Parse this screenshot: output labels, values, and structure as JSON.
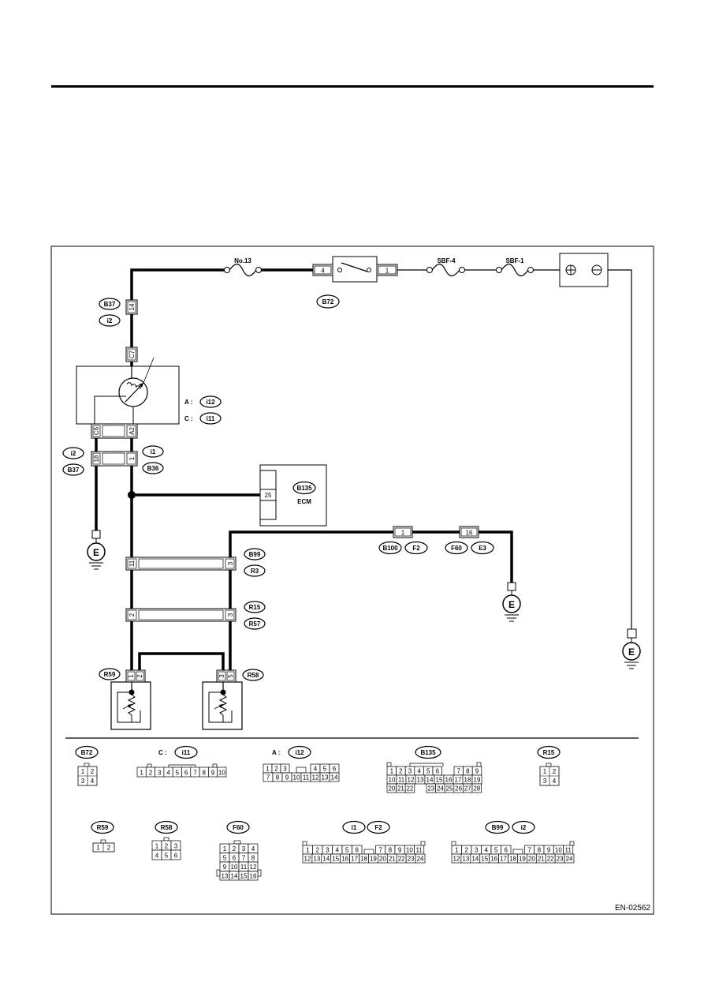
{
  "drawing_code": "EN-02562",
  "fuses": {
    "no13": "No.13",
    "sbf4": "SBF-4",
    "sbf1": "SBF-1"
  },
  "relay": {
    "pin_left": "4",
    "pin_right": "1",
    "code": "B72"
  },
  "connectors": {
    "top_a": "B37",
    "top_b": "i2",
    "pin14": "14",
    "pinC7": "C7",
    "unit_a": "A :",
    "unit_a_code": "i12",
    "unit_c": "C :",
    "unit_c_code": "i11",
    "pinC6": "C6",
    "pinA2": "A2",
    "pin18": "18",
    "pin1": "1",
    "left_a": "i2",
    "left_b": "B37",
    "right_a": "i1",
    "right_b": "B36",
    "ecm_code": "B135",
    "ecm_label": "ECM",
    "ecm_pin": "25",
    "mid_pin1": "1",
    "mid_a": "B100",
    "mid_b": "F2",
    "mid_pin16": "16",
    "mid_c": "F60",
    "mid_d": "E3",
    "b99": "B99",
    "r3": "R3",
    "p11": "11",
    "p3a": "3",
    "r15": "R15",
    "r57": "R57",
    "p2": "2",
    "p3b": "3",
    "r59": "R59",
    "r58": "R58",
    "p59_1": "1",
    "p59_2": "2",
    "p58_3": "3",
    "p58_5": "5"
  },
  "ground": "E",
  "legend": {
    "b72": {
      "code": "B72",
      "pins": [
        "1",
        "2",
        "3",
        "4"
      ]
    },
    "i11": {
      "prefix": "C :",
      "code": "i11",
      "pins": [
        "1",
        "2",
        "3",
        "4",
        "5",
        "6",
        "7",
        "8",
        "9",
        "10"
      ]
    },
    "i12": {
      "prefix": "A :",
      "code": "i12",
      "row1": [
        "1",
        "2",
        "3",
        "4",
        "5",
        "6"
      ],
      "row2": [
        "7",
        "8",
        "9",
        "10",
        "11",
        "12",
        "13",
        "14"
      ]
    },
    "b135": {
      "code": "B135",
      "row1": [
        "1",
        "2",
        "3",
        "4",
        "5",
        "6",
        "7",
        "8",
        "9"
      ],
      "row2": [
        "10",
        "11",
        "12",
        "13",
        "14",
        "15",
        "16",
        "17",
        "18",
        "19"
      ],
      "row3": [
        "20",
        "21",
        "22",
        "23",
        "24",
        "25",
        "26",
        "27",
        "28"
      ]
    },
    "r15": {
      "code": "R15",
      "pins": [
        "1",
        "2",
        "3",
        "4"
      ]
    },
    "r59": {
      "code": "R59",
      "pins": [
        "1",
        "2"
      ]
    },
    "r58": {
      "code": "R58",
      "pins": [
        "1",
        "2",
        "3",
        "4",
        "5",
        "6"
      ]
    },
    "f60": {
      "code": "F60",
      "pins": [
        "1",
        "2",
        "3",
        "4",
        "5",
        "6",
        "7",
        "8",
        "9",
        "10",
        "11",
        "12",
        "13",
        "14",
        "15",
        "16"
      ]
    },
    "i1f2": {
      "code_a": "i1",
      "code_b": "F2",
      "row1": [
        "1",
        "2",
        "3",
        "4",
        "5",
        "6",
        "7",
        "8",
        "9",
        "10",
        "11"
      ],
      "row2": [
        "12",
        "13",
        "14",
        "15",
        "16",
        "17",
        "18",
        "19",
        "20",
        "21",
        "22",
        "23",
        "24"
      ]
    },
    "b99i2": {
      "code_a": "B99",
      "code_b": "i2",
      "row1": [
        "1",
        "2",
        "3",
        "4",
        "5",
        "6",
        "7",
        "8",
        "9",
        "10",
        "11"
      ],
      "row2": [
        "12",
        "13",
        "14",
        "15",
        "16",
        "17",
        "18",
        "19",
        "20",
        "21",
        "22",
        "23",
        "24"
      ]
    }
  }
}
